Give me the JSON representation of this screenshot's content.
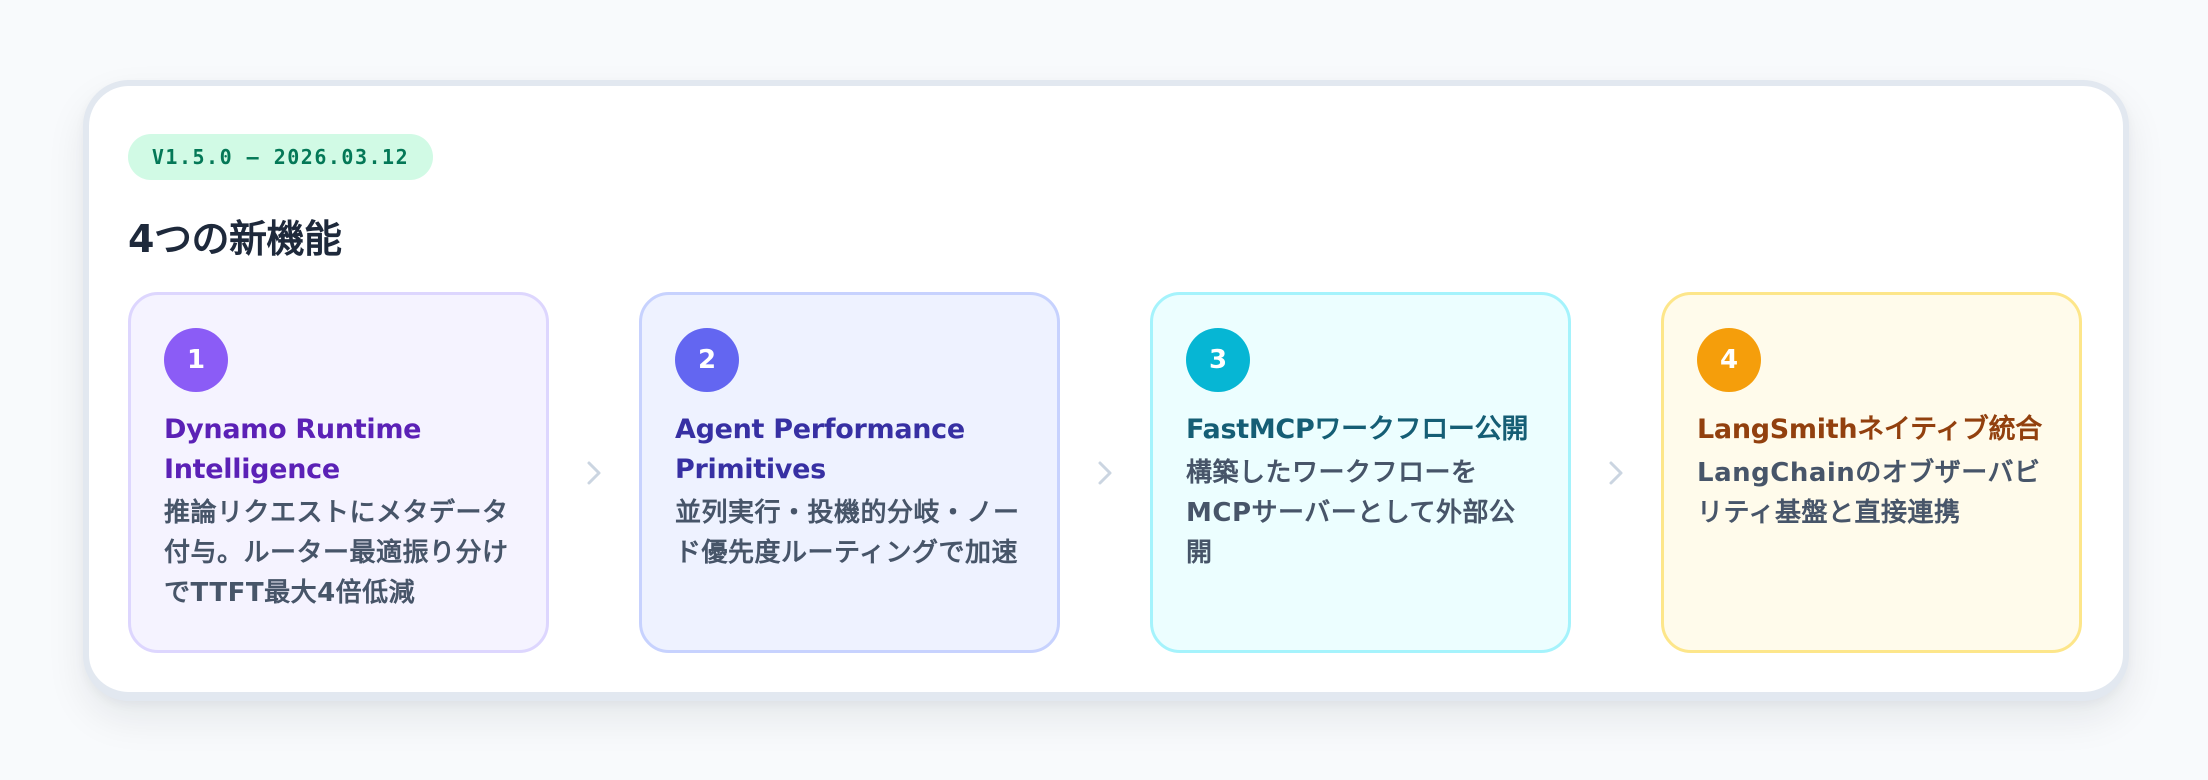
{
  "badge": {
    "label": "V1.5.0 — 2026.03.12",
    "bg": "#d1fae5",
    "color": "#047857"
  },
  "heading": "4つの新機能",
  "steps": [
    {
      "number": "1",
      "title": "Dynamo Runtime Intelligence",
      "description": "推論リクエストにメタデータ付与。ルーター最適振り分けでTTFT最大4倍低減",
      "colors": {
        "bg": "#f5f3ff",
        "border": "#ddd6fe",
        "circle": "#8b5cf6",
        "title": "#5b21b6"
      }
    },
    {
      "number": "2",
      "title": "Agent Performance Primitives",
      "description": "並列実行・投機的分岐・ノード優先度ルーティングで加速",
      "colors": {
        "bg": "#eef2ff",
        "border": "#c7d2fe",
        "circle": "#6366f1",
        "title": "#3730a3"
      }
    },
    {
      "number": "3",
      "title": "FastMCPワークフロー公開",
      "description": "構築したワークフローをMCPサーバーとして外部公開",
      "colors": {
        "bg": "#ecfeff",
        "border": "#a5f3fc",
        "circle": "#06b6d4",
        "title": "#155e75"
      }
    },
    {
      "number": "4",
      "title": "LangSmithネイティブ統合",
      "description": "LangChainのオブザーバビリティ基盤と直接連携",
      "colors": {
        "bg": "#fffbeb",
        "border": "#fde68a",
        "circle": "#f59e0b",
        "title": "#92400e"
      }
    }
  ],
  "arrow_icon": "chevron-right-icon",
  "arrow_color": "#cbd5e1"
}
